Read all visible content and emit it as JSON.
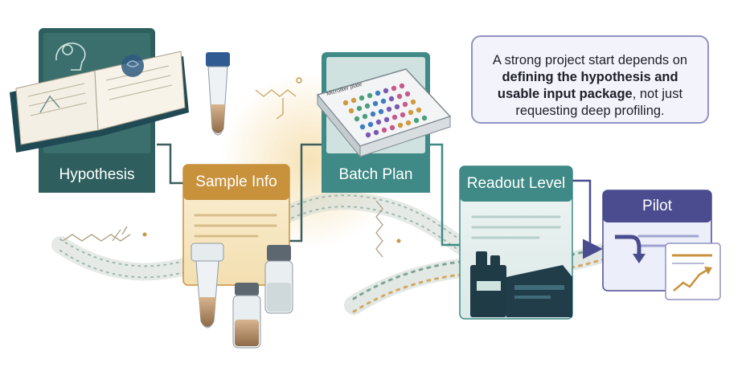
{
  "steps": [
    {
      "label": "Hypothesis"
    },
    {
      "label": "Sample Info"
    },
    {
      "label": "Batch Plan"
    },
    {
      "label": "Readout Level"
    },
    {
      "label": "Pilot"
    }
  ],
  "plate_label": "Microliter plate",
  "callout": {
    "text_1": "A strong project start depends on",
    "text_bold": "defining the hypothesis and usable input package",
    "text_2": ", not just requesting deep profiling."
  },
  "colors": {
    "hypothesis": "#2e5f5e",
    "sample_info": "#c8913c",
    "batch_plan": "#3f8a86",
    "readout_level": "#3f8a86",
    "pilot": "#4a4c8f",
    "callout_border": "#8f93c2"
  }
}
